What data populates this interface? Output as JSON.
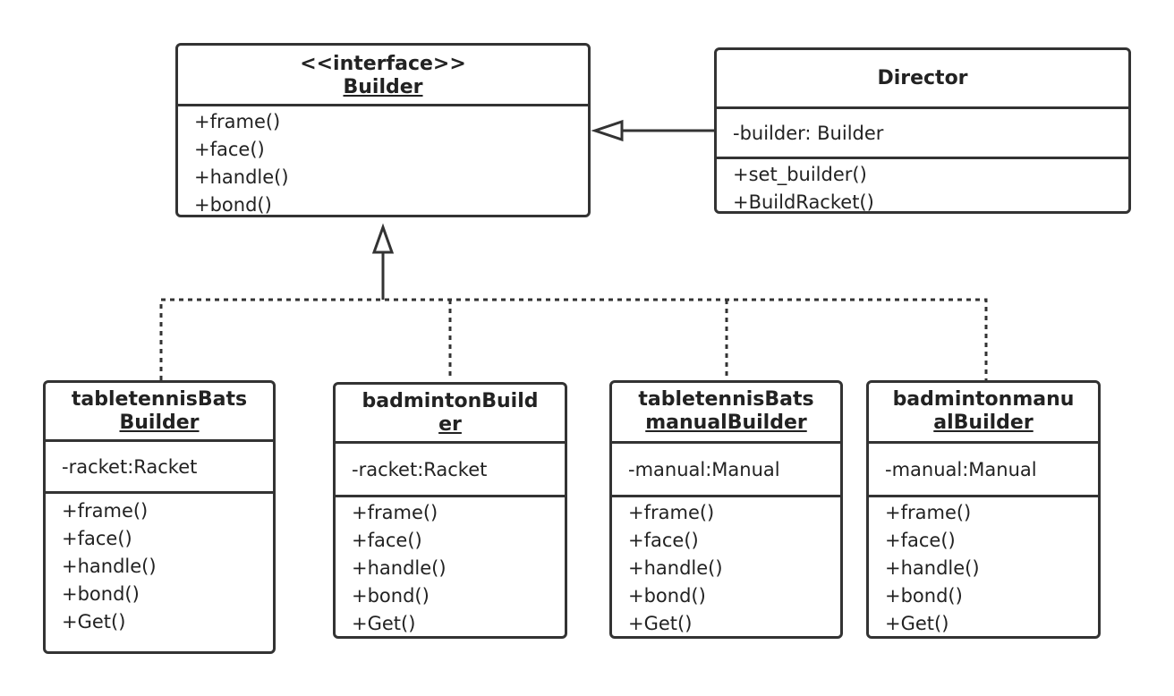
{
  "colors": {
    "stroke": "#333333",
    "background": "#ffffff"
  },
  "builder": {
    "stereotype": "<<interface>>",
    "name": "Builder",
    "operations": [
      "+frame()",
      "+face()",
      "+handle()",
      "+bond()"
    ]
  },
  "director": {
    "name": "Director",
    "attributes": [
      "-builder: Builder"
    ],
    "operations": [
      "+set_builder()",
      "+BuildRacket()"
    ]
  },
  "concrete": [
    {
      "name_lines": [
        "tabletennisBats",
        "Builder"
      ],
      "attribute": "-racket:Racket",
      "operations": [
        "+frame()",
        "+face()",
        "+handle()",
        "+bond()",
        "+Get()"
      ]
    },
    {
      "name_lines": [
        "badmintonBuild",
        "er"
      ],
      "attribute": "-racket:Racket",
      "operations": [
        "+frame()",
        "+face()",
        "+handle()",
        "+bond()",
        "+Get()"
      ]
    },
    {
      "name_lines": [
        "tabletennisBats",
        "manualBuilder"
      ],
      "attribute": "-manual:Manual",
      "operations": [
        "+frame()",
        "+face()",
        "+handle()",
        "+bond()",
        "+Get()"
      ]
    },
    {
      "name_lines": [
        "badmintonmanu",
        "alBuilder"
      ],
      "attribute": "-manual:Manual",
      "operations": [
        "+frame()",
        "+face()",
        "+handle()",
        "+bond()",
        "+Get()"
      ]
    }
  ]
}
